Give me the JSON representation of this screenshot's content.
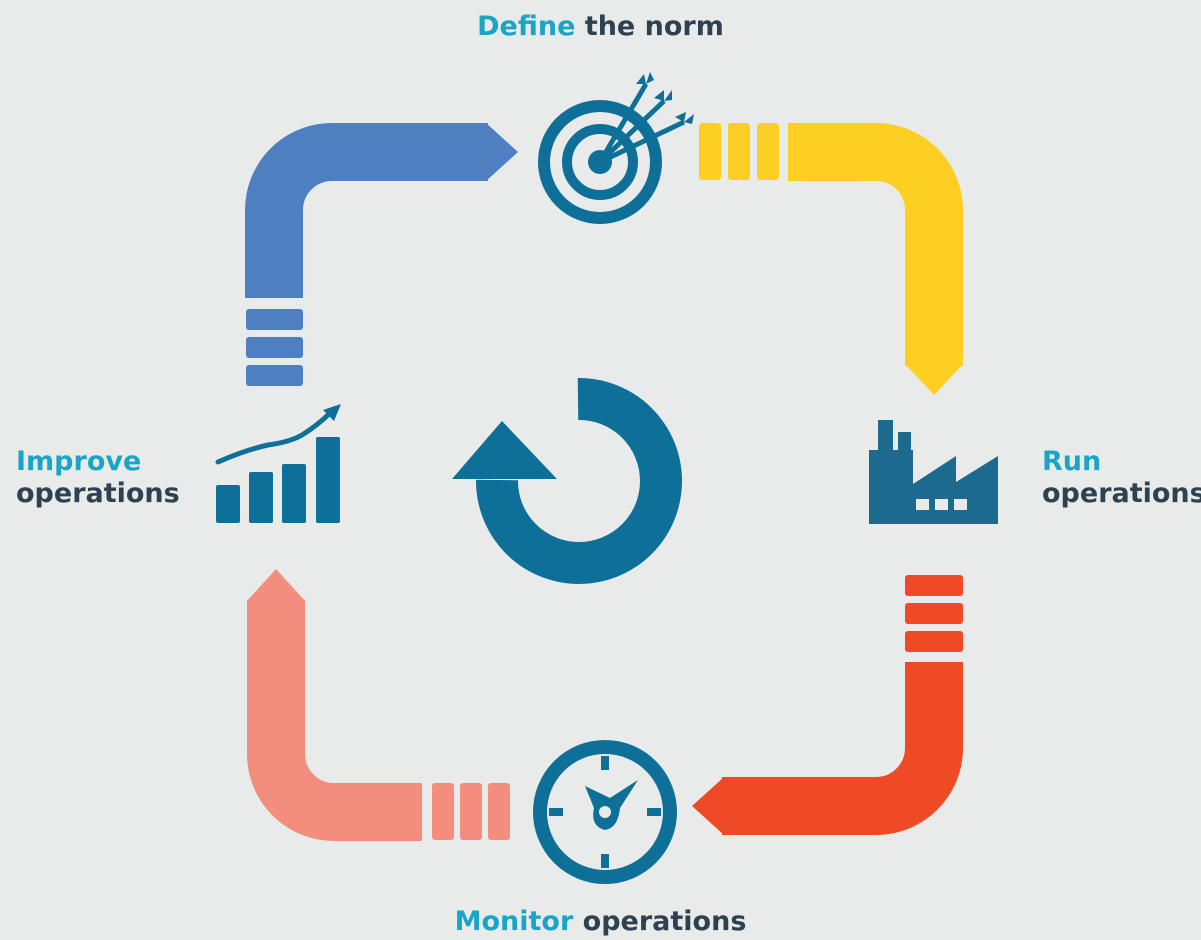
{
  "colors": {
    "background": "#e8ebea",
    "blue": "#4e7fc1",
    "yellow": "#fccf22",
    "red": "#ef4a26",
    "salmon": "#f38e7f",
    "teal": "#0e7098",
    "factory": "#1c6b8e",
    "accent_text": "#1aa5c8",
    "dark_text": "#2d4150"
  },
  "steps": {
    "define": {
      "accent": "Define",
      "rest": " the norm",
      "icon": "target-with-arrows-icon"
    },
    "run": {
      "accent": "Run",
      "rest": "operations",
      "icon": "factory-icon"
    },
    "monitor": {
      "accent": "Monitor",
      "rest": " operations",
      "icon": "clock-icon"
    },
    "improve": {
      "accent": "Improve",
      "rest": "operations",
      "icon": "growth-chart-icon"
    }
  },
  "center_icon": "cycle-arrow-icon"
}
